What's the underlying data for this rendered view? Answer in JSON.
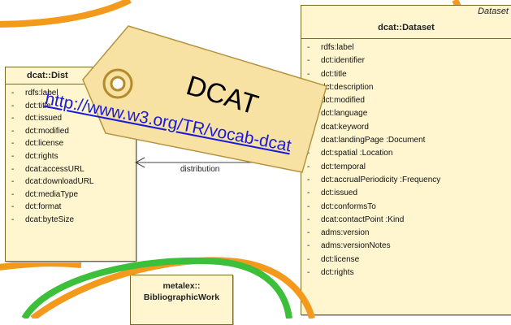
{
  "dataset_box": {
    "stereotype": "Dataset",
    "title": "dcat::Dataset",
    "attributes": [
      "rdfs:label",
      "dct:identifier",
      "dct:title",
      "dct:description",
      "dct:modified",
      "dct:language",
      "dcat:keyword",
      "dcat:landingPage  :Document",
      "dct:spatial :Location",
      "dct:temporal",
      "dct:accrualPeriodicity  :Frequency",
      "dct:issued",
      "dct:conformsTo",
      "dcat:contactPoint  :Kind",
      "adms:version",
      "adms:versionNotes",
      "dct:license",
      "dct:rights"
    ]
  },
  "distribution_box": {
    "title": "dcat::Dist",
    "attributes": [
      "rdfs:label",
      "dct:title",
      "dct:issued",
      "dct:modified",
      "dct:license",
      "dct:rights",
      "dcat:accessURL",
      "dcat:downloadURL",
      "dct:mediaType",
      "dct:format",
      "dcat:byteSize"
    ]
  },
  "association_label": "distribution",
  "metalex_box": {
    "title_line1": "metalex::",
    "title_line2": "BibliographicWork"
  },
  "tag": {
    "title": "DCAT",
    "url": "http://www.w3.org/TR/vocab-dcat"
  },
  "colors": {
    "orange": "#f39a1c",
    "green": "#3cbf3a",
    "tag_fill": "#f7e2a3",
    "box_fill": "#fff6cf",
    "link": "#1a1adb"
  }
}
